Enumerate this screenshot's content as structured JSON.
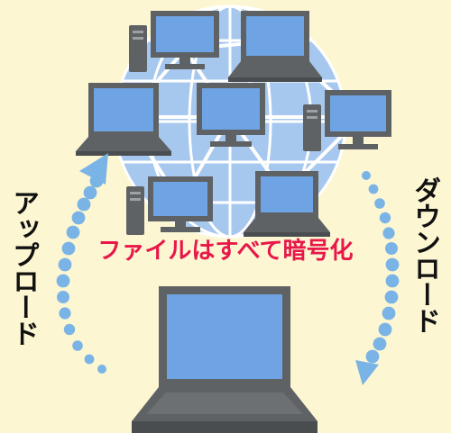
{
  "labels": {
    "upload": "アップロード",
    "download": "ダウンロード",
    "caption": "ファイルはすべて暗号化"
  },
  "colors": {
    "background": "#fdf6d2",
    "globe": "#a7c8ee",
    "globe_lines": "#ffffff",
    "screen": "#6ea4e4",
    "device_frame": "#5f6264",
    "dots": "#7ab4e6",
    "caption": "#e8174a",
    "label_text": "#111111"
  },
  "icons": {
    "network": "globe-icon",
    "desktop": "desktop-computer-icon",
    "laptop": "laptop-icon",
    "tower": "pc-tower-icon",
    "arrow": "arrowhead-icon"
  }
}
